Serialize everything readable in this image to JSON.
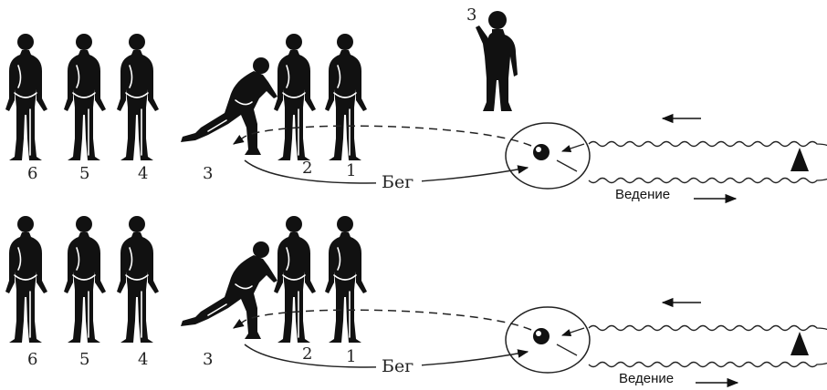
{
  "rows": [
    {
      "player_numbers": [
        "6",
        "5",
        "4",
        "3",
        "2",
        "1"
      ],
      "run_label": "Бег",
      "dribble_label": "Ведение"
    },
    {
      "player_numbers": [
        "6",
        "5",
        "4",
        "3",
        "2",
        "1"
      ],
      "run_label": "Бег",
      "dribble_label": "Ведение"
    }
  ],
  "observer_number": "3"
}
